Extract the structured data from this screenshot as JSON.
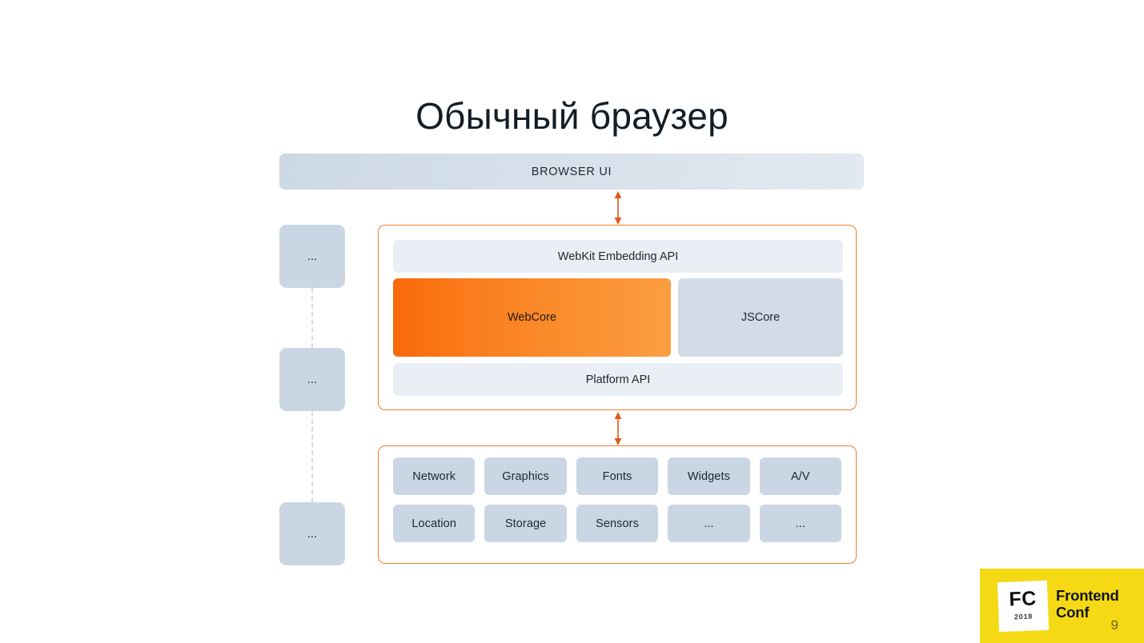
{
  "slide": {
    "title": "Обычный браузер",
    "background": "#ffffff"
  },
  "colors": {
    "accent_orange": "#ef7e2d",
    "webcore_gradient_start": "#f86a0b",
    "webcore_gradient_end": "#fb9e42",
    "panel_light": "#eaeef5",
    "tile_blue": "#cad6e3",
    "browser_bar_blue": "#d4dfe9",
    "logo_yellow": "#f5d915"
  },
  "browser_ui": {
    "label": "BROWSER UI"
  },
  "arrows": {
    "top": "double-headed-vertical-arrow",
    "bottom": "double-headed-vertical-arrow"
  },
  "webkit_box": {
    "embedding_api": "WebKit Embedding API",
    "platform_api": "Platform API",
    "cores": [
      {
        "label": "WebCore",
        "style": "orange"
      },
      {
        "label": "JSCore",
        "style": "blue"
      }
    ]
  },
  "platform_box": {
    "rows": [
      [
        "Network",
        "Graphics",
        "Fonts",
        "Widgets",
        "A/V"
      ],
      [
        "Location",
        "Storage",
        "Sensors",
        "...",
        "..."
      ]
    ]
  },
  "side_column": {
    "nodes": [
      "...",
      "...",
      "..."
    ]
  },
  "logo": {
    "initials": "FC",
    "year": "2018",
    "name_line1": "Frontend",
    "name_line2": "Conf",
    "page_number": "9"
  }
}
